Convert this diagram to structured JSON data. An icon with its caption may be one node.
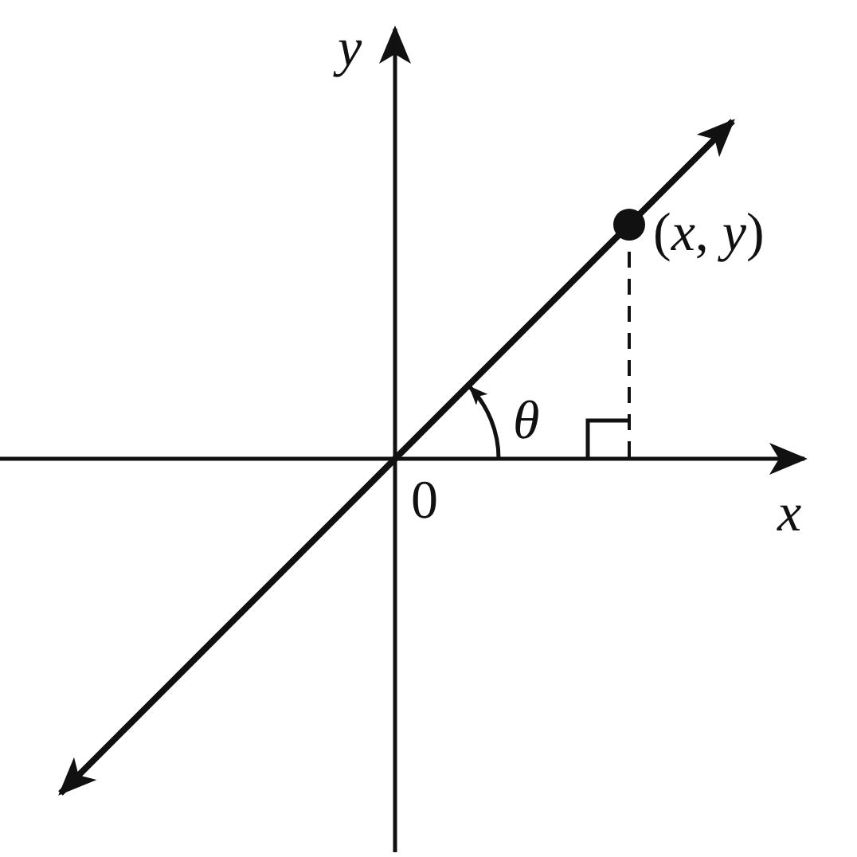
{
  "diagram": {
    "labels": [
      "y",
      "(*x*, *y*)",
      "θ",
      "0",
      "x"
    ]
  }
}
